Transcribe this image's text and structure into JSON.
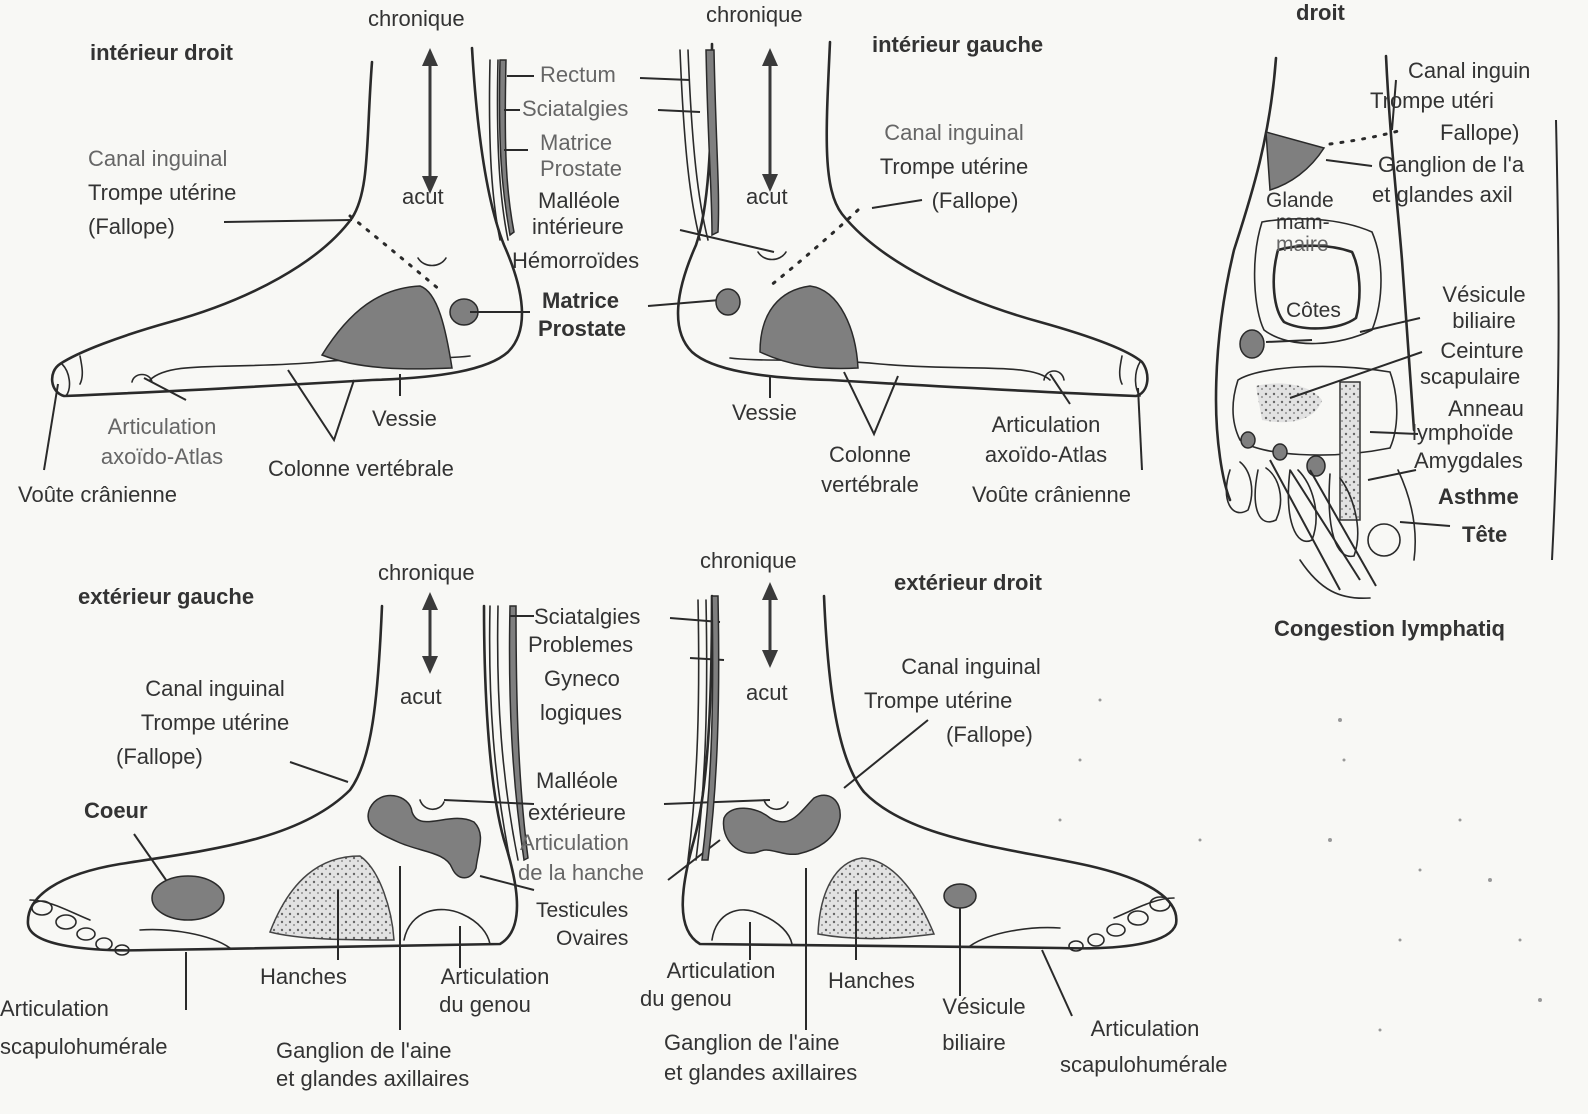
{
  "panels": {
    "tl": {
      "title": "intérieur droit",
      "chronique": "chronique",
      "acut": "acut",
      "canal": [
        "Canal inguinal",
        "Trompe utérine",
        "(Fallope)"
      ],
      "articulation": [
        "Articulation",
        "axoïdo-Atlas"
      ],
      "voute": "Voûte crânienne",
      "vessie": "Vessie",
      "colonne": "Colonne vertébrale"
    },
    "center_top": {
      "rectum": "Rectum",
      "sciatalgies": "Sciatalgies",
      "matrice": [
        "Matrice",
        "Prostate"
      ],
      "malleole": [
        "Malléole",
        "intérieure"
      ],
      "hemorroides": "Hémorroïdes",
      "matrice2": [
        "Matrice",
        "Prostate"
      ]
    },
    "tr": {
      "title": "intérieur gauche",
      "chronique": "chronique",
      "acut": "acut",
      "canal": [
        "Canal inguinal",
        "Trompe utérine",
        "(Fallope)"
      ],
      "vessie": "Vessie",
      "colonne": [
        "Colonne",
        "vertébrale"
      ],
      "articulation": [
        "Articulation",
        "axoïdo-Atlas"
      ],
      "voute": "Voûte crânienne"
    },
    "bl": {
      "title": "extérieur gauche",
      "chronique": "chronique",
      "acut": "acut",
      "canal": [
        "Canal inguinal",
        "Trompe utérine",
        "(Fallope)"
      ],
      "coeur": "Coeur",
      "articulation": [
        "Articulation",
        "scapulohumérale"
      ],
      "hanches": "Hanches",
      "genou": [
        "Articulation",
        "du genou"
      ],
      "ganglion": [
        "Ganglion de l'aine",
        "et glandes axillaires"
      ]
    },
    "center_bottom": {
      "sciatalgies": "Sciatalgies",
      "problemes": [
        "Problemes",
        "Gyneco",
        "logiques"
      ],
      "malleole": [
        "Malléole",
        "extérieure"
      ],
      "hanche": [
        "Articulation",
        "de la hanche"
      ],
      "testicules": [
        "Testicules",
        "Ovaires"
      ]
    },
    "br": {
      "title": "extérieur droit",
      "chronique": "chronique",
      "acut": "acut",
      "canal": [
        "Canal inguinal",
        "Trompe utérine",
        "(Fallope)"
      ],
      "genou": [
        "Articulation",
        "du genou"
      ],
      "hanches": "Hanches",
      "vesicule": [
        "Vésicule",
        "biliaire"
      ],
      "articulation": [
        "Articulation",
        "scapulohumérale"
      ],
      "ganglion": [
        "Ganglion de l'aine",
        "et glandes axillaires"
      ]
    },
    "right": {
      "title": "droit",
      "canal": [
        "Canal inguin",
        "Trompe utéri",
        "Fallope)"
      ],
      "ganglion": [
        "Ganglion de l'a",
        "et glandes axil"
      ],
      "glande": [
        "Glande",
        "mam-",
        "maire"
      ],
      "cotes": "Côtes",
      "vesicule": [
        "Vésicule",
        "biliaire"
      ],
      "ceinture": [
        "Ceinture",
        "scapulaire"
      ],
      "anneau": [
        "Anneau",
        "lymphoïde"
      ],
      "amygdales": "Amygdales",
      "asthme": "Asthme",
      "tete": "Tête",
      "congestion": "Congestion lymphatiq"
    }
  }
}
